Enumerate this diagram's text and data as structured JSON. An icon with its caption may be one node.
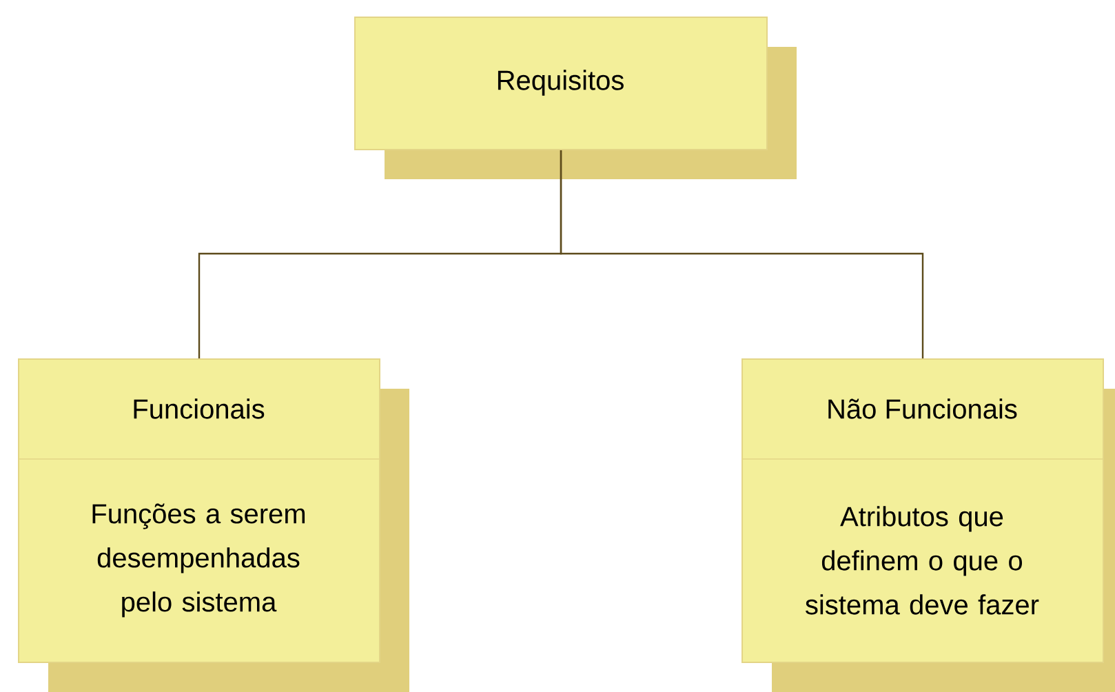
{
  "diagram": {
    "nodes": [
      {
        "text": [
          "Requisitos"
        ]
      },
      {
        "text": [
          "Funcionais",
          "Funções a serem desempenhadas pelo sistema"
        ]
      },
      {
        "text": [
          "Não Funcionais",
          "Atributos que definem o que o sistema deve fazer"
        ]
      }
    ],
    "edges": [
      {
        "from": 0,
        "to": 1,
        "arrow": "none"
      },
      {
        "from": 0,
        "to": 2,
        "arrow": "none"
      }
    ]
  }
}
